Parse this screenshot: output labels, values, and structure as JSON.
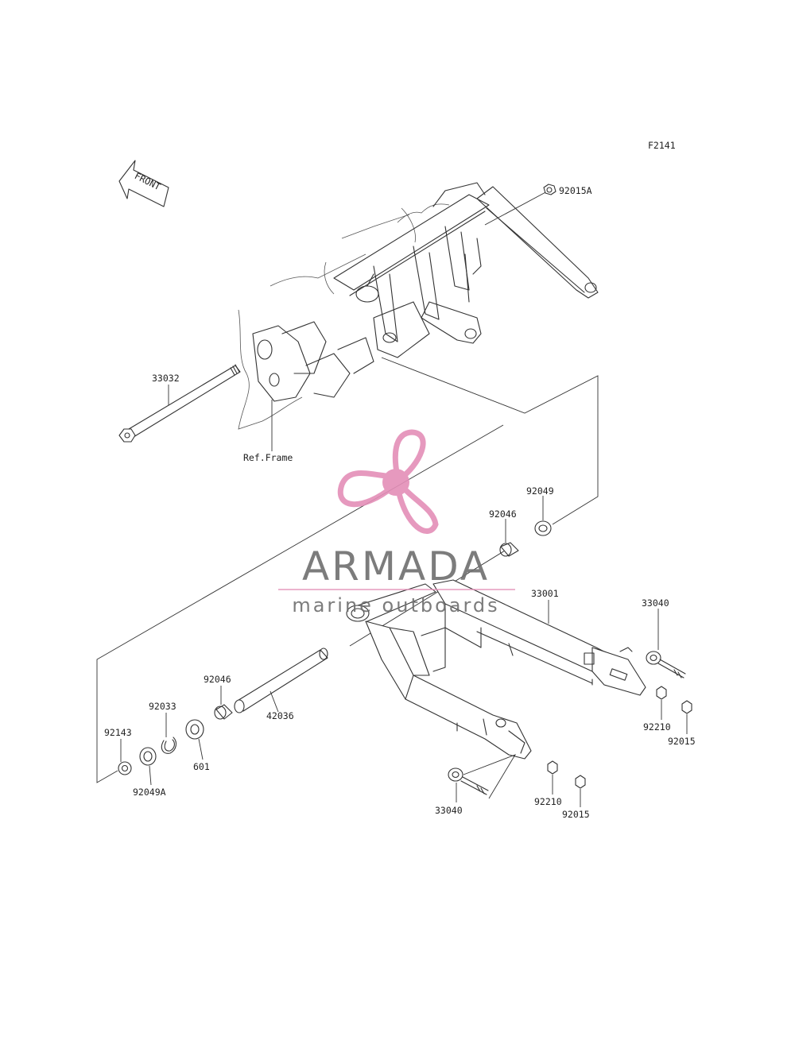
{
  "diagram_code": "F2141",
  "front_label": "FRONT",
  "ref_frame_label": "Ref.Frame",
  "part_numbers": {
    "nut_92015A": "92015A",
    "pivot_shaft": "33032",
    "collar_92049": "92049",
    "bearing_92046_upper": "92046",
    "swingarm": "33001",
    "adjuster_right": "33040",
    "bearing_92046_lower": "92046",
    "circlip": "92033",
    "collar_92143": "92143",
    "pipe": "42036",
    "ball_bearing": "601",
    "seal_92049A": "92049A",
    "nut_92210_right": "92210",
    "nut_92015_right": "92015",
    "adjuster_left": "33040",
    "nut_92210_left": "92210",
    "nut_92015_left": "92015"
  },
  "watermark": {
    "title": "ARMADA",
    "subtitle": "marine outboards",
    "accent_color": "#e48fb8",
    "text_color": "#6e6e6e"
  }
}
